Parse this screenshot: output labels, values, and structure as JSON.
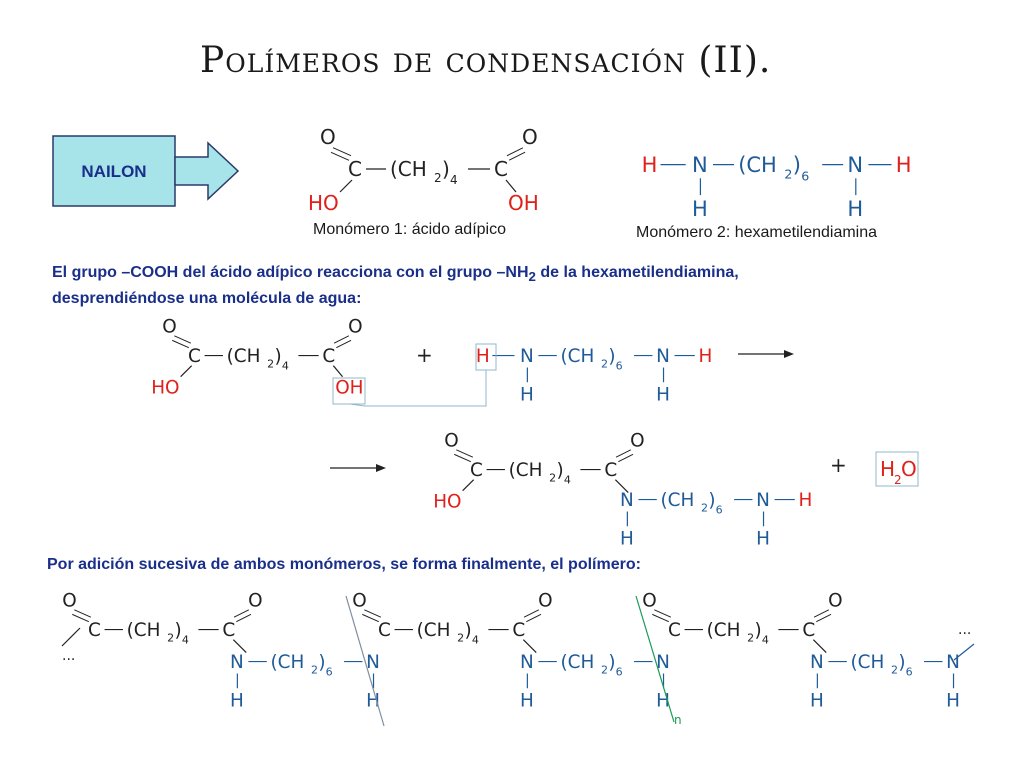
{
  "title": "Polímeros de condensación (II).",
  "badge": {
    "label": "NAILON",
    "fill": "#a6e4ea",
    "text_color": "#1a2f8a"
  },
  "captions": {
    "monomer1": "Monómero 1: ácido adípico",
    "monomer2": "Monómero 2: hexametilendiamina"
  },
  "paragraph1": {
    "line1_pre": "El grupo –COOH del ácido adípico reacciona con el grupo –NH",
    "line1_sub": "2",
    "line1_post": " de la hexametilendiamina,",
    "line2": "desprendiéndose una molécula de agua:"
  },
  "paragraph2": "Por adición sucesiva de ambos monómeros, se forma finalmente, el polímero:",
  "chem_labels": {
    "O": "O",
    "C": "C",
    "N": "N",
    "H": "H",
    "HO": "HO",
    "OH": "OH",
    "CH": "CH",
    "sub2": "2",
    "sub4": "4",
    "sub6": "6",
    "plus": "+",
    "water_H": "H",
    "water_O": "O",
    "n": "n",
    "ellipsis": "..."
  },
  "colors": {
    "black": "#222222",
    "red": "#e0201a",
    "blue": "#1f5a99",
    "line": "#7f8f9f",
    "green": "#1a9a5a"
  }
}
